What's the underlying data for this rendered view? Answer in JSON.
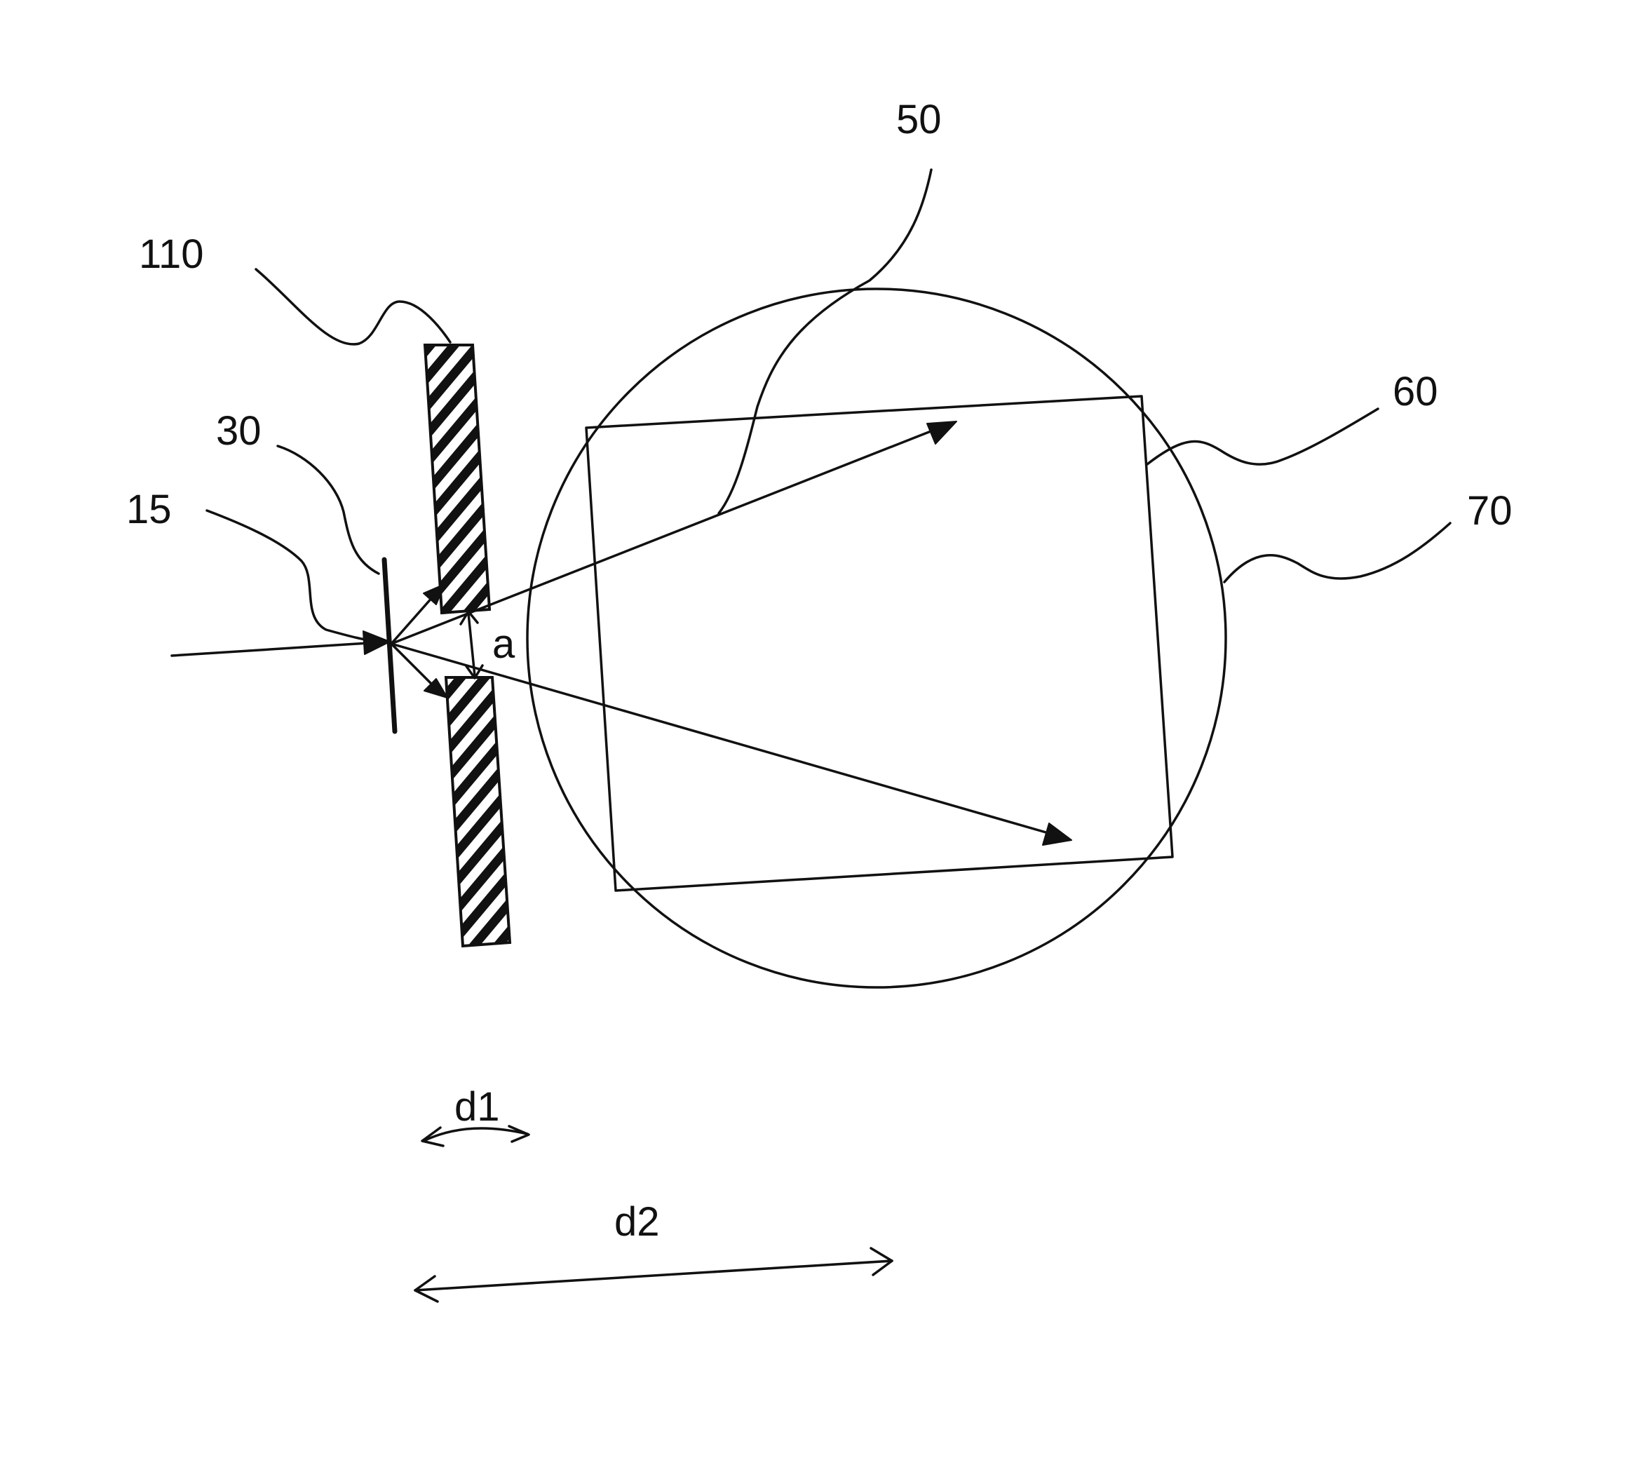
{
  "labels": {
    "plate_110": "110",
    "mirror_30": "30",
    "beam_15": "15",
    "beam_50": "50",
    "square_60": "60",
    "circle_70": "70",
    "gap_a": "a",
    "dist_d1": "d1",
    "dist_d2": "d2"
  },
  "colors": {
    "ink": "#111111",
    "background": "#ffffff"
  }
}
